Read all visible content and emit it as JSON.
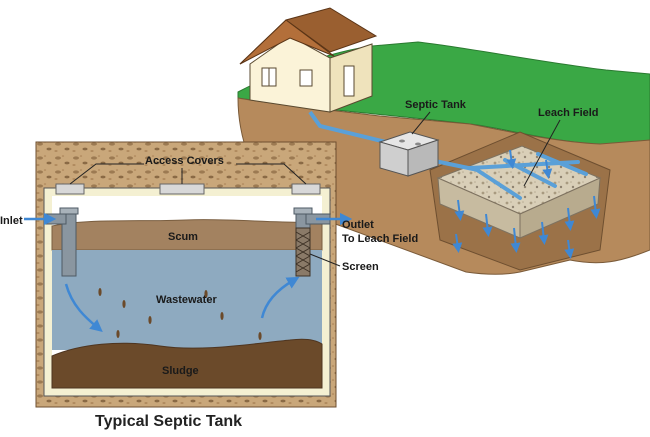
{
  "labels": {
    "septic_tank": "Septic Tank",
    "leach_field": "Leach Field",
    "access_covers": "Access Covers",
    "inlet": "Inlet",
    "outlet_line1": "Outlet",
    "outlet_line2": "To Leach Field",
    "scum": "Scum",
    "wastewater": "Wastewater",
    "sludge": "Sludge",
    "screen": "Screen"
  },
  "caption": "Typical Septic Tank",
  "colors": {
    "soil": "#c9a77a",
    "soil_dark": "#9c7a52",
    "grass": "#3aa845",
    "scum": "#a38260",
    "water": "#8eaac0",
    "sludge": "#6b4a2a",
    "pipe": "#8a96a0",
    "arrow": "#3f88d4"
  }
}
